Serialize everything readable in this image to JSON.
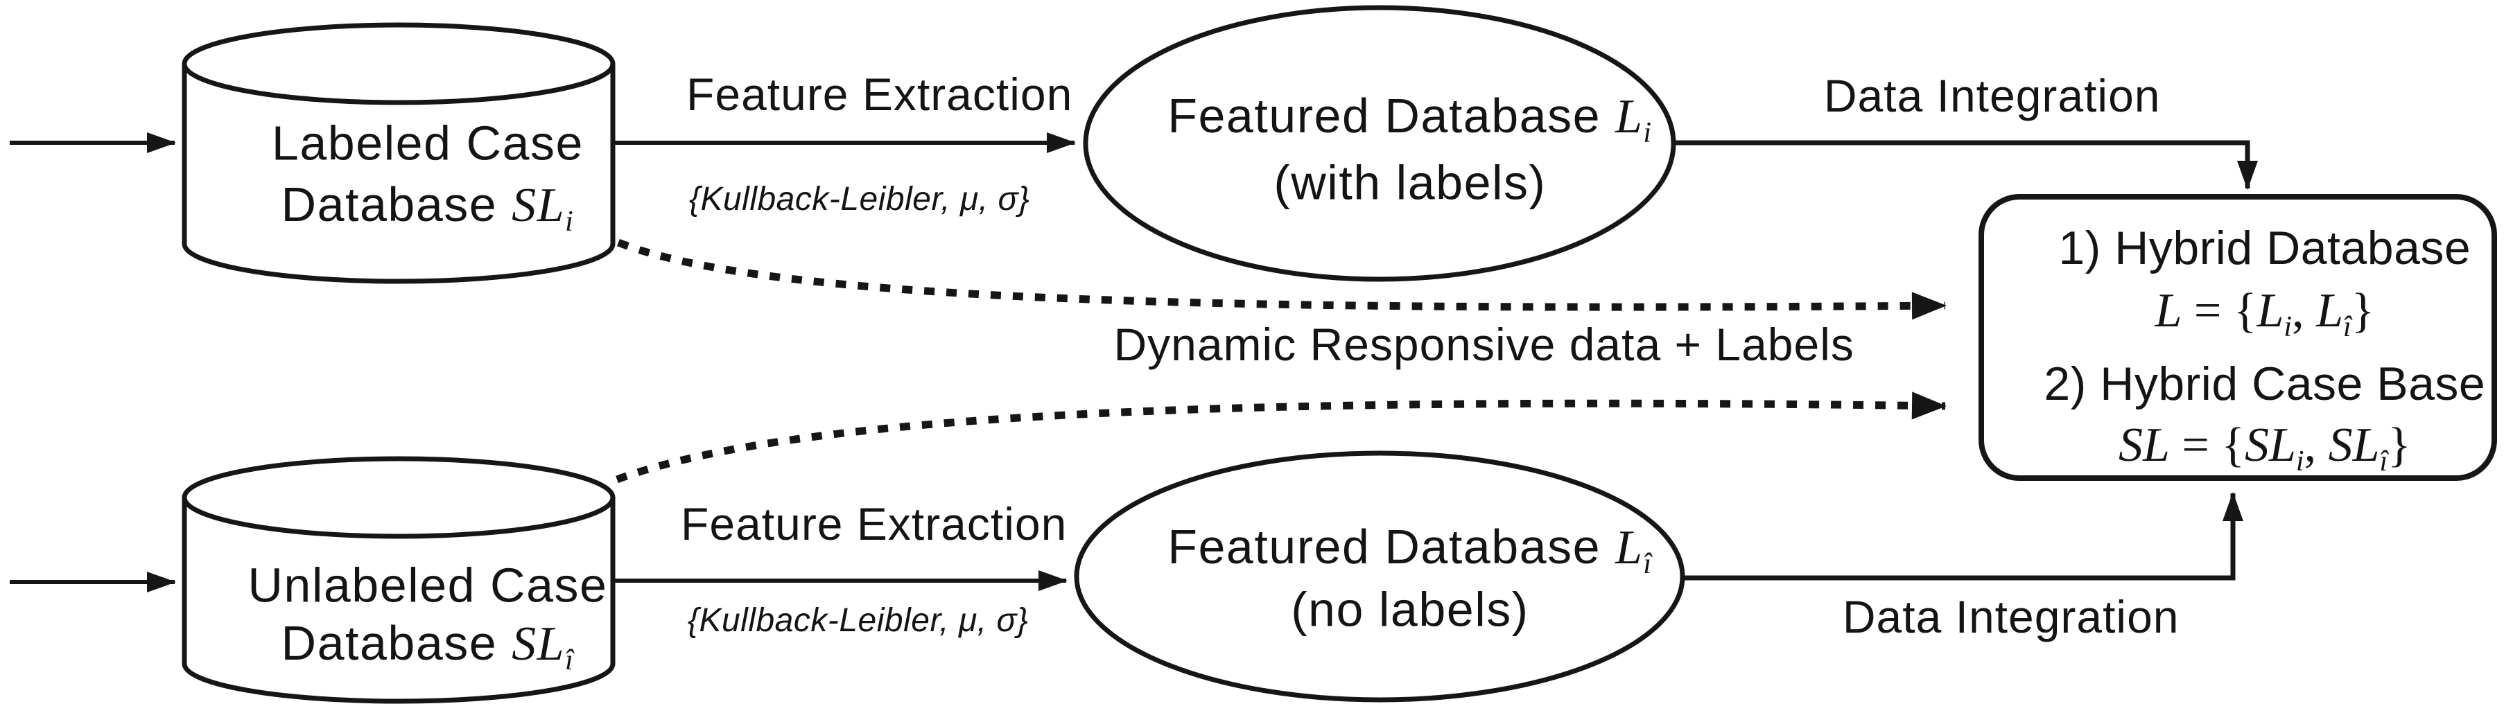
{
  "colors": {
    "stroke": "#161616",
    "background": "#ffffff",
    "text": "#141414"
  },
  "cylinder_top": {
    "line1": "Labeled Case",
    "line2_prefix": "Database ",
    "line2_var": "SL",
    "line2_sub": "i"
  },
  "cylinder_bottom": {
    "line1": "Unlabeled Case",
    "line2_prefix": "Database ",
    "line2_var": "SL",
    "line2_sub": "î"
  },
  "ellipse_top": {
    "line1_prefix": "Featured Database ",
    "line1_var": "L",
    "line1_sub": "i",
    "line2": "(with labels)"
  },
  "ellipse_bottom": {
    "line1_prefix": "Featured Database ",
    "line1_var": "L",
    "line1_sub": "î",
    "line2": "(no labels)"
  },
  "hybrid_box": {
    "line1": "1) Hybrid Database",
    "line2": {
      "v1": "L",
      "eq": " = {",
      "v2": "L",
      "s2": "i",
      "comma": ", ",
      "v3": "L",
      "s3": "î",
      "close": "}"
    },
    "line3": "2) Hybrid Case Base",
    "line4": {
      "v1": "SL",
      "eq": " = {",
      "v2": "SL",
      "s2": "i",
      "comma": ", ",
      "v3": "SL",
      "s3": "î",
      "close": "}"
    }
  },
  "labels": {
    "feature_extraction_top": "Feature Extraction",
    "kullback_top": "{Kullback-Leibler, μ, σ}",
    "data_integration_top": "Data Integration",
    "dynamic_responsive": "Dynamic Responsive data + Labels",
    "feature_extraction_bottom": "Feature Extraction",
    "kullback_bottom": "{Kullback-Leibler, μ, σ}",
    "data_integration_bottom": "Data Integration"
  }
}
